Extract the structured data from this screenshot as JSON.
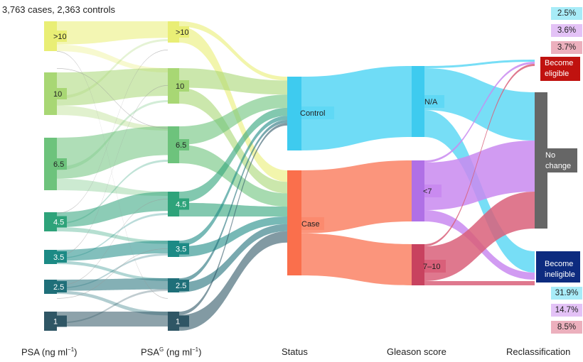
{
  "header": {
    "counts": "3,763 cases, 2,363 controls"
  },
  "columns": {
    "psa": {
      "label_main": "PSA (ng ml",
      "label_sup": "−1",
      "label_end": ")"
    },
    "psag": {
      "label_main": "PSA",
      "label_sup1": "G",
      "label_mid": " (ng ml",
      "label_sup2": "−1",
      "label_end": ")"
    },
    "status": {
      "label": "Status"
    },
    "gleason": {
      "label": "Gleason score"
    },
    "reclass": {
      "label": "Reclassification"
    }
  },
  "colors": {
    "psa": [
      ">10:#e9ee75",
      "10:#a8d774",
      "6.5:#6dc37c",
      "4.5:#2ea37a",
      "3.5:#1c8a85",
      "2.5:#1f6f79",
      "1:#2f5665"
    ],
    "control": "#5fd8f5",
    "case": "#fb8a6e",
    "gleason_na": "#5fd8f5",
    "gleason_lt7": "#c98af0",
    "gleason_7_10": "#d9607a",
    "become_eligible": "#c0120f",
    "no_change": "#666666",
    "become_ineligible": "#0d2b7f"
  },
  "diagram": {
    "psa_nodes": [
      ">10",
      "10",
      "6.5",
      "4.5",
      "3.5",
      "2.5",
      "1"
    ],
    "psag_nodes": [
      ">10",
      "10",
      "6.5",
      "4.5",
      "3.5",
      "2.5",
      "1"
    ],
    "status_nodes": [
      "Control",
      "Case"
    ],
    "gleason_nodes": [
      "N/A",
      "<7",
      "7–10"
    ],
    "reclass_nodes": {
      "become_eligible": [
        "Become",
        "eligible"
      ],
      "no_change": [
        "No",
        "change"
      ],
      "become_ineligible": [
        "Become",
        "ineligible"
      ]
    }
  },
  "percent_top": [
    {
      "value": "2.5%",
      "color": "#a8ecf8"
    },
    {
      "value": "3.6%",
      "color": "#e3c2f6"
    },
    {
      "value": "3.7%",
      "color": "#ecb0bd"
    }
  ],
  "percent_bottom": [
    {
      "value": "31.9%",
      "color": "#a8ecf8"
    },
    {
      "value": "14.7%",
      "color": "#e3c2f6"
    },
    {
      "value": "8.5%",
      "color": "#ecb0bd"
    }
  ]
}
